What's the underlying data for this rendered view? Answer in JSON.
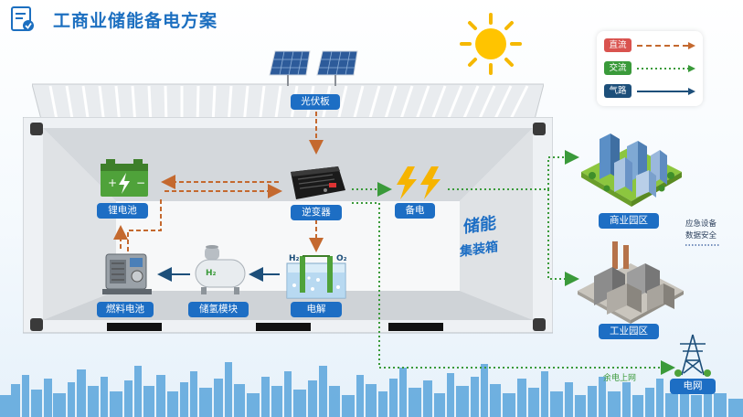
{
  "title": "工商业储能备电方案",
  "labels": {
    "solar": "光伏板",
    "battery": "锂电池",
    "inverter": "逆变器",
    "backup": "备电",
    "fuel_cell": "燃料电池",
    "hydrogen_storage": "储氢模块",
    "electrolysis": "电解",
    "commercial": "商业园区",
    "industrial": "工业园区",
    "grid": "电网"
  },
  "container_text": {
    "line1": "储能",
    "line2": "集装箱"
  },
  "notes": {
    "emergency": "应急设备",
    "data_safety": "数据安全",
    "surplus": "余电上网"
  },
  "legend": {
    "dc": "直流",
    "ac": "交流",
    "gas": "气路",
    "colors": {
      "dc": "#c4692f",
      "ac": "#3a9a3a",
      "gas": "#1d4f7a"
    }
  },
  "electrolysis_symbols": {
    "h2": "H₂",
    "o2": "O₂"
  },
  "tank_symbol": "H₂"
}
